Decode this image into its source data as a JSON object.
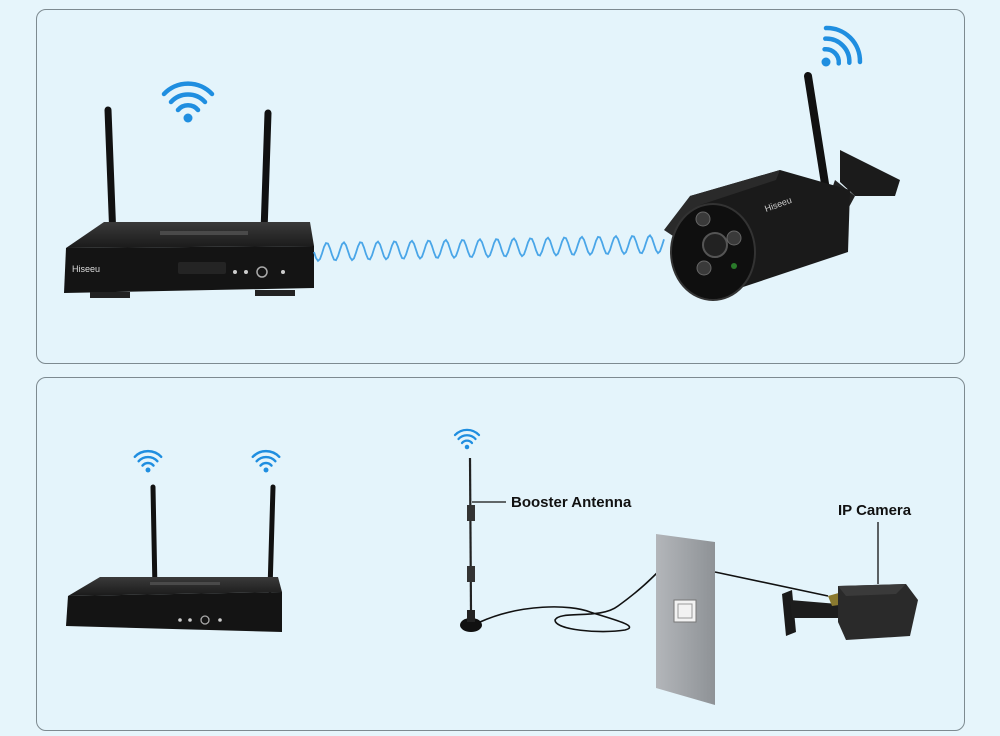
{
  "labels": {
    "booster_antenna": "Booster Antenna",
    "ip_camera": "IP Camera"
  },
  "brand": "Hiseeu",
  "colors": {
    "background": "#e6f5fb",
    "panel_border": "#7d8a90",
    "wifi": "#1f8ee0",
    "signal_wave": "#4aa6e8",
    "device": "#1c1c1c",
    "wall": "#9fa3a8"
  },
  "icons": [
    "wifi-icon",
    "nvr-device",
    "bullet-camera",
    "booster-antenna",
    "wall-panel"
  ]
}
